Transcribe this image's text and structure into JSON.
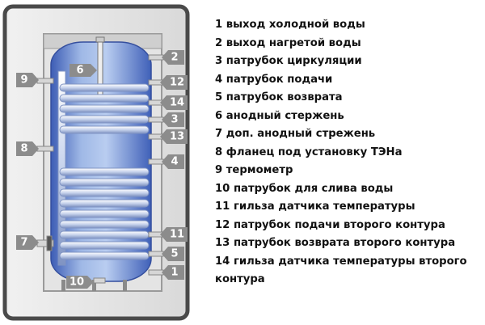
{
  "legend": [
    "1 выход холодной воды",
    "2 выход нагретой воды",
    "3 патрубок циркуляции",
    "4 патрубок подачи",
    "5 патрубок возврата",
    "6 анодный стержень",
    "7 доп. анодный стрежень",
    "8 фланец под установку ТЭНа",
    "9 термометр",
    "10 патрубок для слива воды",
    "11 гильза датчика температуры",
    "12 патрубок подачи второго контура",
    "13 патрубок возврата второго контура",
    "14 гильза датчика температуры второго контура"
  ],
  "badges": [
    "1",
    "2",
    "3",
    "4",
    "5",
    "6",
    "7",
    "8",
    "9",
    "10",
    "11",
    "12",
    "13",
    "14"
  ],
  "colors": {
    "frame": "#4a4a4a",
    "badge": "#8c8c8c",
    "tank_light": "#9fb8e6",
    "tank_dark": "#4f6fc4",
    "coil": "#dfe6f4"
  }
}
